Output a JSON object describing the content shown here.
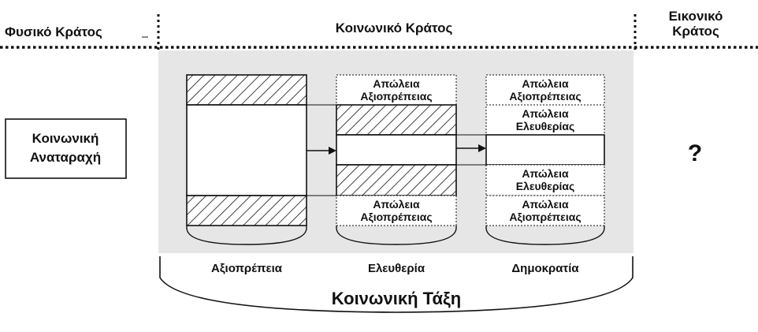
{
  "headers": {
    "natural_state": "Φυσικό Κράτος",
    "social_state": "Κοινωνικό Κράτος",
    "virtual_state_line1": "Εικονικό",
    "virtual_state_line2": "Κράτος"
  },
  "disturbance": {
    "line1": "Κοινωνική",
    "line2": "Αναταραχή"
  },
  "columns": {
    "dignity": {
      "label": "Αξιοπρέπεια"
    },
    "freedom": {
      "label": "Ελευθερία",
      "top_line1": "Απώλεια",
      "top_line2": "Αξιοπρέπειας",
      "bottom_line1": "Απώλεια",
      "bottom_line2": "Αξιοπρέπειας"
    },
    "democracy": {
      "label": "Δημοκρατία",
      "c1_line1": "Απώλεια",
      "c1_line2": "Αξιοπρέπειας",
      "c2_line1": "Απώλεια",
      "c2_line2": "Ελευθερίας",
      "c3_line1": "Απώλεια",
      "c3_line2": "Ελευθερίας",
      "c4_line1": "Απώλεια",
      "c4_line2": "Αξιοπρέπειας"
    }
  },
  "social_order": "Κοινωνική Τάξη",
  "unknown_marker": "?",
  "colors": {
    "panel": "#e6e6e6",
    "line": "#111111",
    "box": "#ffffff"
  }
}
